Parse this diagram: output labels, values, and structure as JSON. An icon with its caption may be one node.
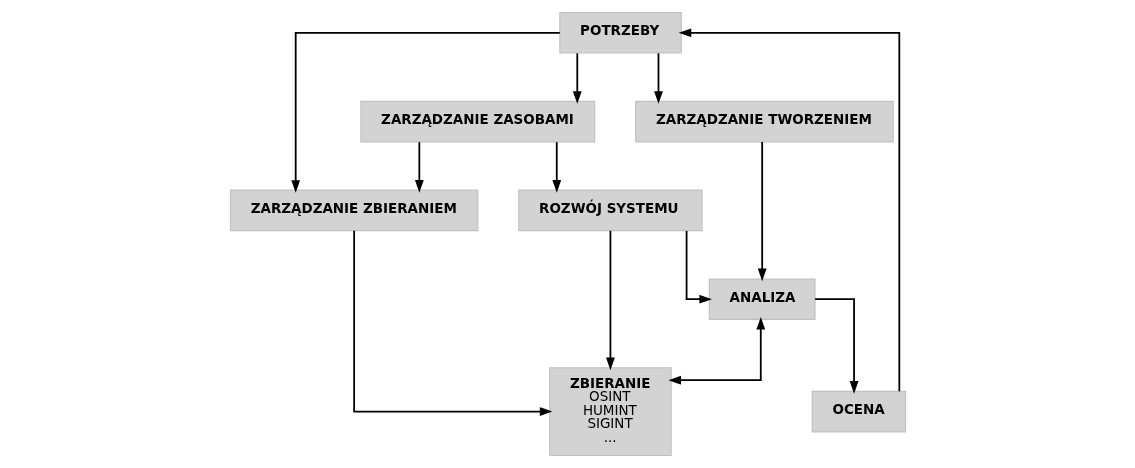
{
  "diagram": {
    "nodes": [
      {
        "text": [
          "POTRZEBY"
        ]
      },
      {
        "text": [
          "ZARZĄDZANIE ZASOBAMI"
        ]
      },
      {
        "text": [
          "ZARZĄDZANIE TWORZENIEM"
        ]
      },
      {
        "text": [
          "ZARZĄDZANIE ZBIERANIEM"
        ]
      },
      {
        "text": [
          "OCENA"
        ]
      },
      {
        "text": [
          "ROZWÓJ SYSTEMU"
        ]
      },
      {
        "text": [
          "ZBIERANIE",
          "OSINT",
          "HUMINT",
          "SIGINT",
          "..."
        ]
      },
      {
        "text": [
          "ANALIZA"
        ]
      }
    ],
    "edges": [
      {
        "from": 4,
        "to": 0,
        "arrow": "to"
      },
      {
        "from": 0,
        "to": 1,
        "arrow": "to"
      },
      {
        "from": 0,
        "to": 2,
        "arrow": "to"
      },
      {
        "from": 0,
        "to": 3,
        "arrow": "to"
      },
      {
        "from": 1,
        "to": 3,
        "arrow": "to"
      },
      {
        "from": 1,
        "to": 5,
        "arrow": "to"
      },
      {
        "from": 2,
        "to": 7,
        "arrow": "to"
      },
      {
        "from": 3,
        "to": 6,
        "arrow": "to"
      },
      {
        "from": 5,
        "to": 6,
        "arrow": "to"
      },
      {
        "from": 5,
        "to": 7,
        "arrow": "to"
      },
      {
        "from": 7,
        "to": 6,
        "arrow": "both"
      },
      {
        "from": 7,
        "to": 4,
        "arrow": "to"
      }
    ]
  }
}
